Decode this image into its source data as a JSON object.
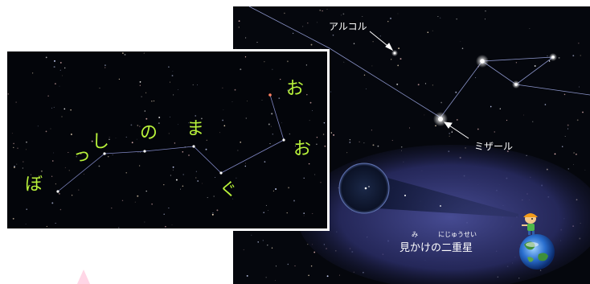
{
  "right_panel": {
    "labels": {
      "alcor": "アルコル",
      "mizar": "ミザール"
    },
    "inset": {
      "ruby_mi": "み",
      "ruby_nijuusei": "にじゅうせい",
      "title": "見かけの二重星"
    },
    "icons": [
      "earth-icon",
      "character-icon"
    ]
  },
  "left_panel": {
    "kana": [
      "お",
      "お",
      "ぐ",
      "ま",
      "の",
      "し",
      "っ",
      "ぼ"
    ]
  },
  "colors": {
    "kana": "#b8f23a",
    "sky": "#05070d",
    "inset_glow": "#3b3f86",
    "pink_mark": "#ffd6e6"
  }
}
